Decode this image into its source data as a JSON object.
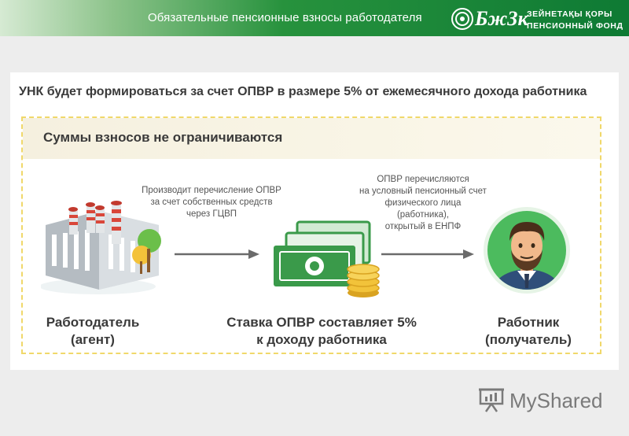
{
  "header": {
    "title": "Обязательные пенсионные взносы работодателя",
    "logo_text": "БжЗк",
    "logo_subtitle_line1": "ЗЕЙНЕТАҚЫ ҚОРЫ",
    "logo_subtitle_line2": "ПЕНСИОННЫЙ ФОНД"
  },
  "main": {
    "heading": "УНК будет формироваться за счет ОПВР в размере 5% от ежемесячного дохода работника",
    "band_text": "Суммы взносов не ограничиваются",
    "left_note": "Производит перечисление ОПВР\nза счет собственных средств\nчерез ГЦВП",
    "right_note": "ОПВР перечисляются\nна условный  пенсионный счет\nфизического лица\n(работника),\nоткрытый в ЕНПФ",
    "employer_label": "Работодатель\n(агент)",
    "rate_label": "Ставка ОПВР составляет 5%\nк доходу работника",
    "employee_label": "Работник\n(получатель)"
  },
  "watermark": {
    "text": "MyShared"
  },
  "icons": {
    "factory": "factory-icon",
    "money": "money-coins-icon",
    "person": "employee-avatar-icon",
    "arrow": "arrow-right-icon",
    "logo": "fund-logo-icon"
  },
  "colors": {
    "header_green": "#0e7a34",
    "accent_yellow": "#f0d86a",
    "money_green": "#3a9a4a",
    "arrow_gray": "#6b6b6b"
  }
}
